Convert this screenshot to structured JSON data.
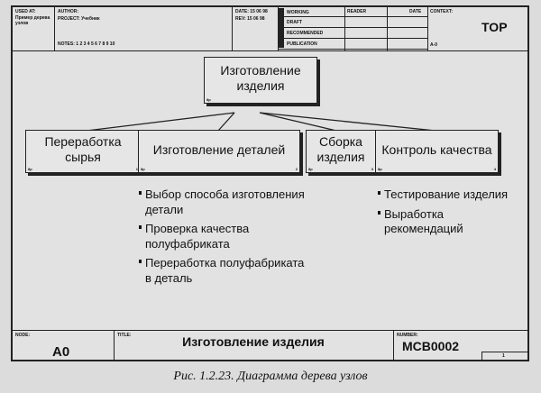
{
  "header": {
    "used_at_label": "USED AT:",
    "used_at_value": "Пример дерева узлов",
    "author_label": "AUTHOR:",
    "project_label": "PROJECT:",
    "project_value": "Учебник",
    "notes_label": "NOTES:",
    "notes_value": "1 2 3 4 5 6 7 8 9 10",
    "date_label": "DATE:",
    "date_value": "15 06 98",
    "rev_label": "REV:",
    "rev_value": "15 06 98",
    "status": [
      "WORKING",
      "DRAFT",
      "RECOMMENDED",
      "PUBLICATION"
    ],
    "reader_label": "READER",
    "reader_date_label": "DATE",
    "context_label": "CONTEXT:",
    "context_value": "TOP",
    "context_node": "A-0"
  },
  "diagram": {
    "root": {
      "label": "Изготовление изделия",
      "corner": "8р"
    },
    "children": [
      {
        "label": "Переработка сырья",
        "corner": "8р",
        "num": "1"
      },
      {
        "label": "Изготовление деталей",
        "corner": "8р",
        "num": "2"
      },
      {
        "label": "Сборка изделия",
        "corner": "8р",
        "num": "3"
      },
      {
        "label": "Контроль качества",
        "corner": "8р",
        "num": "4"
      }
    ],
    "details_list": [
      "Выбор способа изготовления детали",
      "Проверка качества полуфабриката",
      "Переработка полуфабриката в деталь"
    ],
    "control_list": [
      "Тестирование изделия",
      "Выработка рекомендаций"
    ]
  },
  "footer": {
    "node_label": "NODE:",
    "node_value": "A0",
    "title_label": "TITLE:",
    "title_value": "Изготовление изделия",
    "number_label": "NUMBER:",
    "number_value": "MCB0002",
    "page_value": "1"
  },
  "caption": "Рис. 1.2.23. Диаграмма дерева узлов"
}
